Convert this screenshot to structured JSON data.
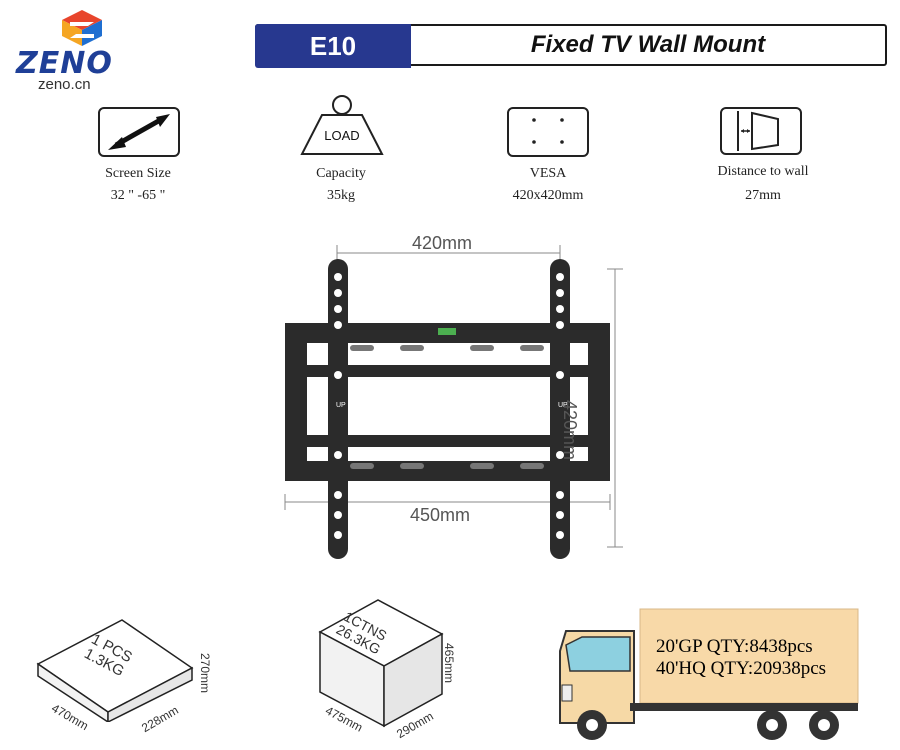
{
  "brand": {
    "name": "ZENO",
    "site": "zeno.cn"
  },
  "header": {
    "model": "E10",
    "title": "Fixed TV Wall Mount"
  },
  "specs": [
    {
      "label": "Screen Size",
      "value": "32 \" -65 \"",
      "icon": "diagonal-arrow-icon"
    },
    {
      "label": "Capacity",
      "value": "35kg",
      "icon": "load-weight-icon",
      "icon_text": "LOAD"
    },
    {
      "label": "VESA",
      "value": "420x420mm",
      "icon": "vesa-holes-icon"
    },
    {
      "label": "Distance to wall",
      "value": "27mm",
      "icon": "wall-distance-icon"
    }
  ],
  "product": {
    "vesa_width": "420mm",
    "vesa_height": "420mm",
    "frame_width": "450mm",
    "up_label": "UP"
  },
  "packaging": {
    "single": {
      "lines": [
        "1 PCS",
        "1.3KG"
      ],
      "length": "470mm",
      "width": "228mm",
      "height": "270mm"
    },
    "carton": {
      "lines": [
        "1CTNS",
        "26.3KG"
      ],
      "length": "475mm",
      "width": "290mm",
      "height": "465mm"
    }
  },
  "shipping": {
    "qty_20gp": "20'GP QTY:8438pcs",
    "qty_40hq": "40'HQ QTY:20938pcs"
  },
  "colors": {
    "brand_blue": "#27388f",
    "truck_cargo": "#f8d9a8",
    "mount_black": "#2b2b2b"
  }
}
